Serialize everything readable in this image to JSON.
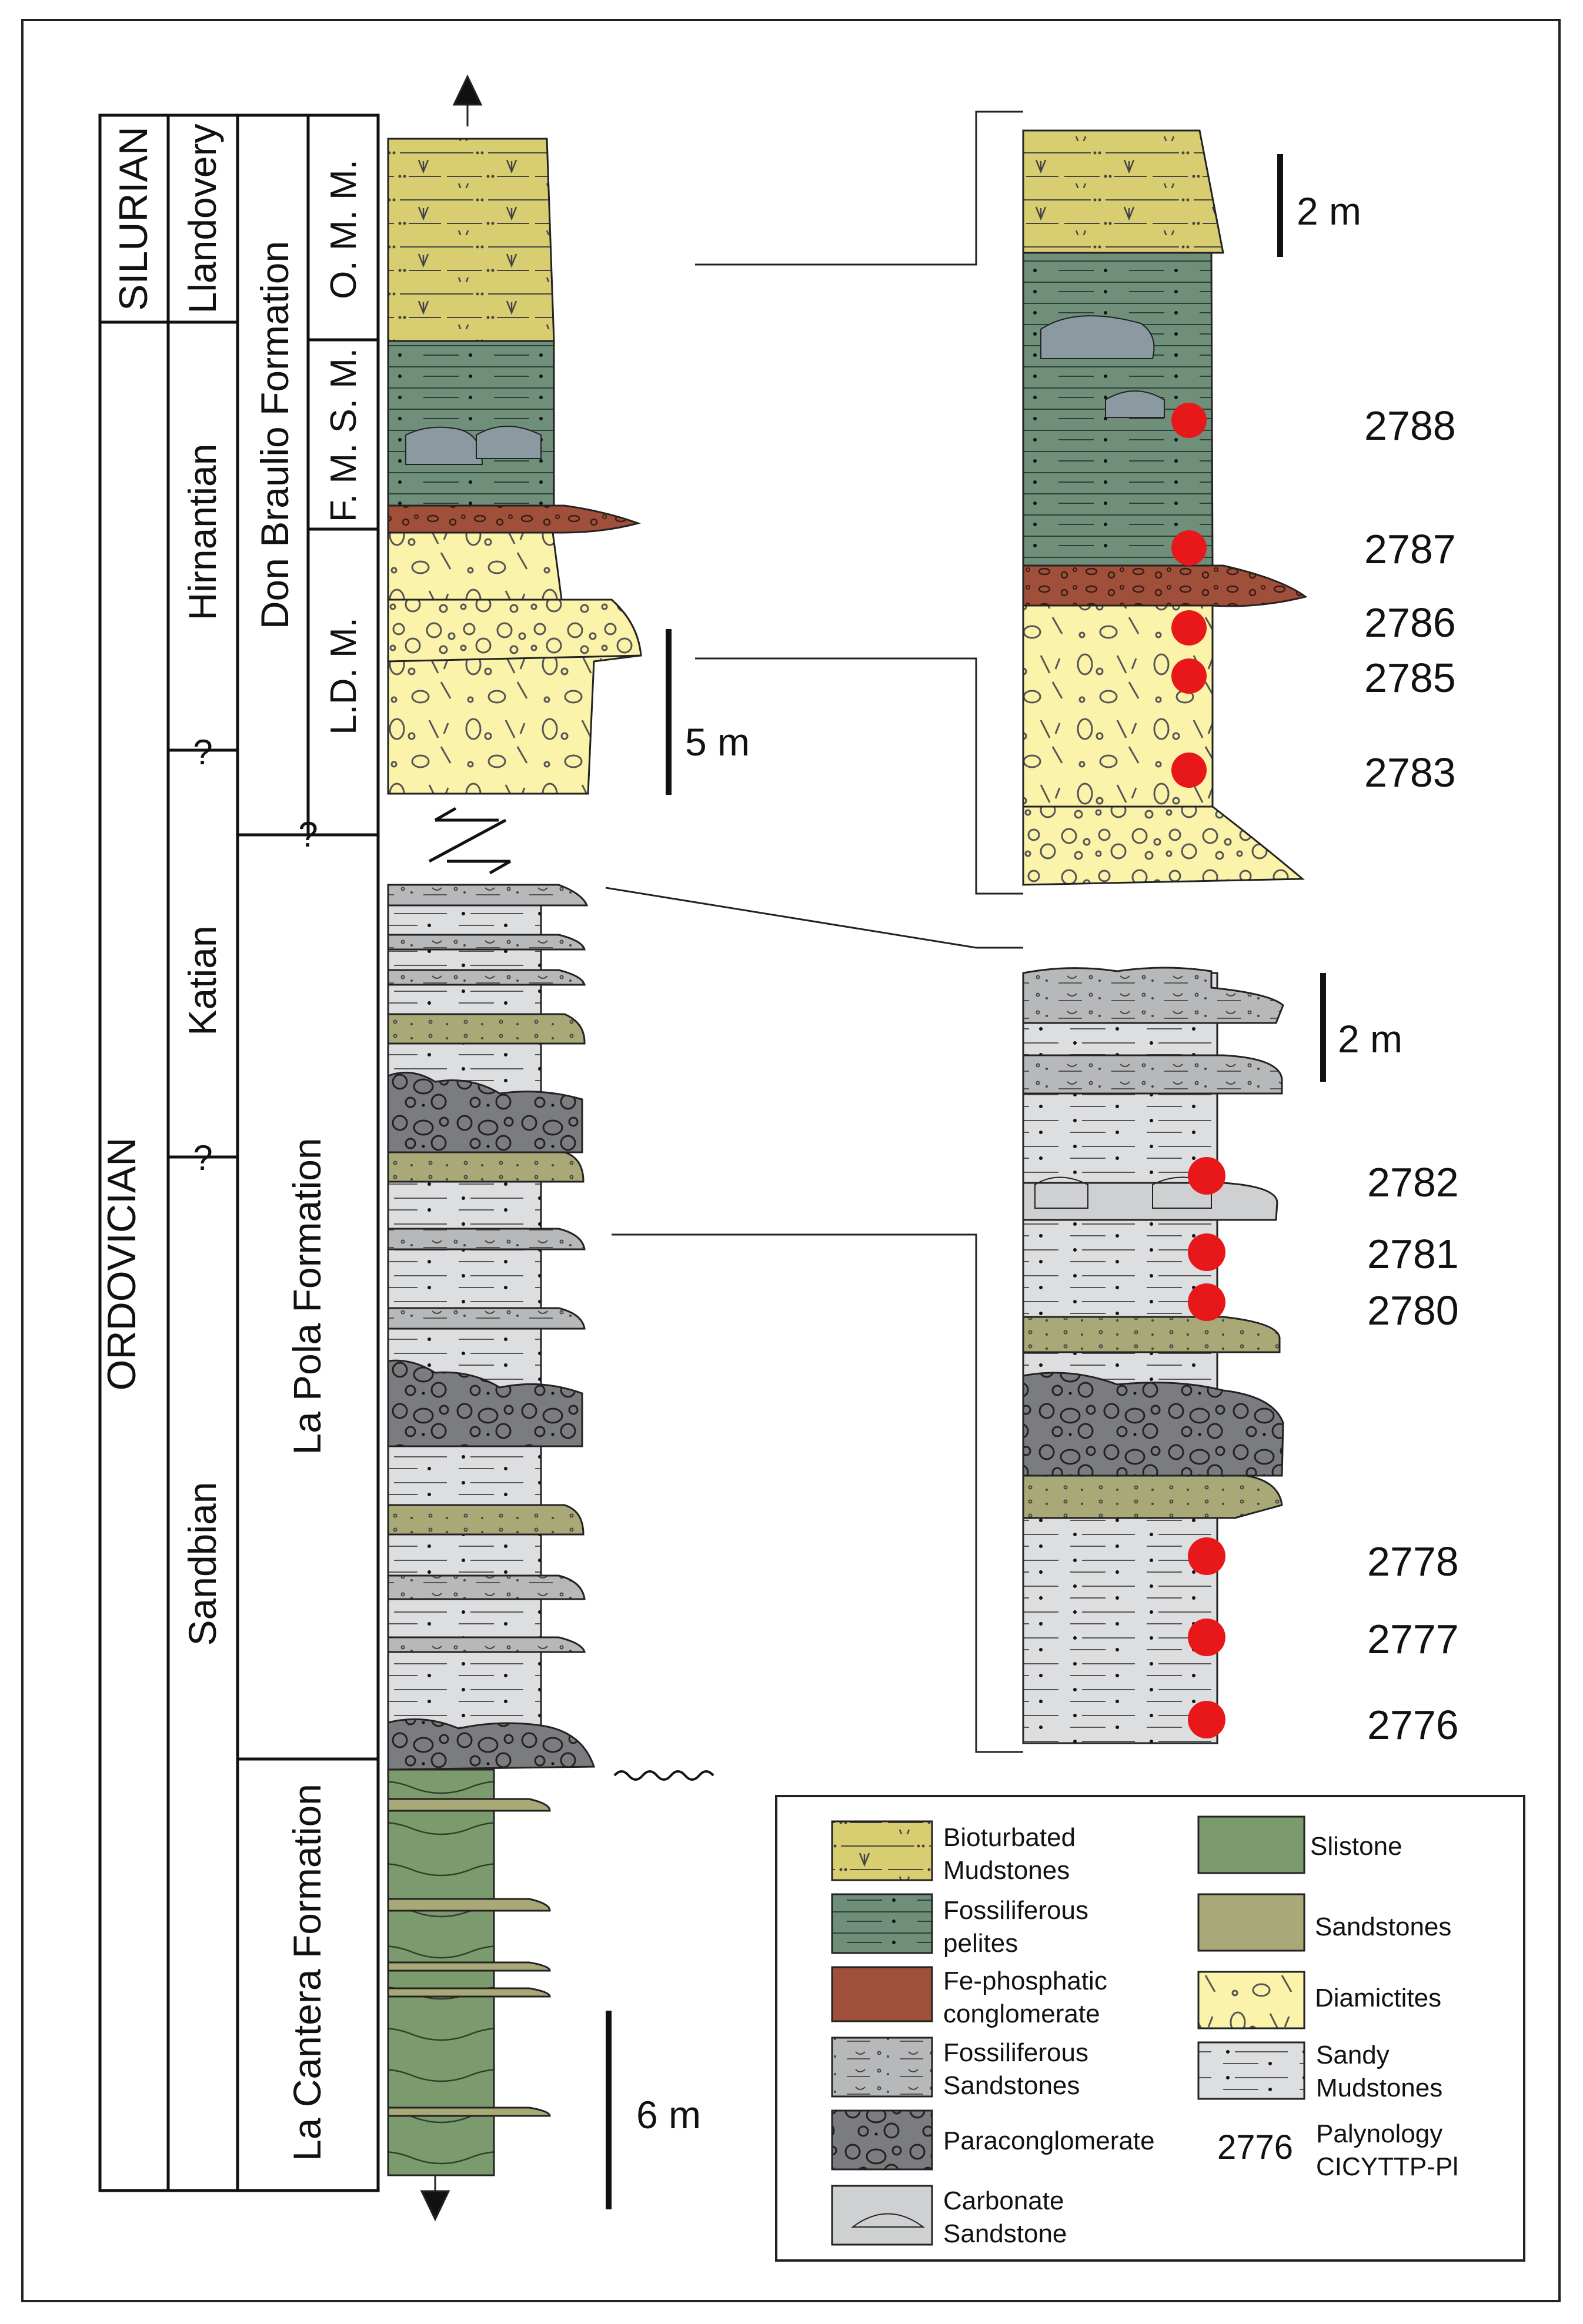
{
  "strat_table": {
    "systems": [
      "SILURIAN",
      "ORDOVICIAN"
    ],
    "stages": [
      "Llandovery",
      "Hirnantian",
      "Katian",
      "Sandbian"
    ],
    "formations": [
      "Don Braulio Formation",
      "La Pola Formation",
      "La Cantera Formation"
    ],
    "members": [
      "O. M. M.",
      "F. M. S. M.",
      "L.D. M."
    ],
    "uncertain_mark": "?"
  },
  "scale_bars": {
    "main_upper": "5 m",
    "main_lower": "6 m",
    "detail_upper": "2 m",
    "detail_lower": "2 m"
  },
  "samples": {
    "upper": [
      "2788",
      "2787",
      "2786",
      "2785",
      "2783"
    ],
    "lower": [
      "2782",
      "2781",
      "2780",
      "2778",
      "2777",
      "2776"
    ]
  },
  "legend": {
    "items": [
      {
        "key": "bioturbated",
        "label_lines": [
          "Bioturbated",
          "Mudstones"
        ]
      },
      {
        "key": "fossil_pelites",
        "label_lines": [
          "Fossiliferous",
          "pelites"
        ]
      },
      {
        "key": "fe_conglomerate",
        "label_lines": [
          "Fe-phosphatic",
          "conglomerate"
        ]
      },
      {
        "key": "fossil_sandstones",
        "label_lines": [
          "Fossiliferous",
          "Sandstones"
        ]
      },
      {
        "key": "paraconglomerate",
        "label_lines": [
          "Paraconglomerate"
        ]
      },
      {
        "key": "carbonate_sandstone",
        "label_lines": [
          "Carbonate",
          "Sandstone"
        ]
      },
      {
        "key": "siltstone",
        "label_lines": [
          "Slistone"
        ]
      },
      {
        "key": "sandstones",
        "label_lines": [
          "Sandstones"
        ]
      },
      {
        "key": "diamictites",
        "label_lines": [
          "Diamictites"
        ]
      },
      {
        "key": "sandy_mudstones",
        "label_lines": [
          "Sandy",
          "Mudstones"
        ]
      }
    ],
    "sample_example": "2776",
    "sample_note_lines": [
      "Palynology",
      "CICYTTP-Pl"
    ]
  },
  "colors": {
    "bioturbated": "#d8cd71",
    "fossil_pelites": "#6f8f7a",
    "fe_conglomerate": "#a0503a",
    "fossil_sandstones": "#b7b8ba",
    "paraconglomerate": "#7b7c80",
    "carbonate_sandstone": "#cfd0d2",
    "siltstone": "#7b9a6e",
    "sandstones": "#a9a877",
    "diamictites": "#fbf3a9",
    "sandy_mudstones": "#dddee0",
    "sample_dot": "#e8171a"
  }
}
